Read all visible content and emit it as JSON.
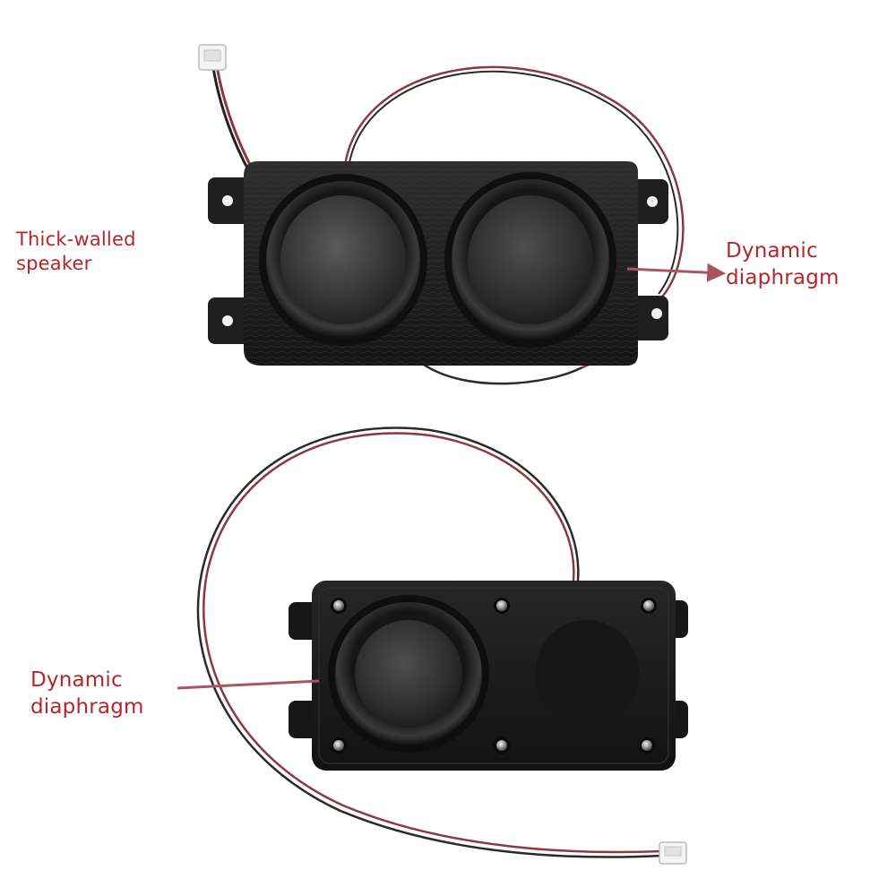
{
  "callouts": {
    "thick_walled": {
      "line1": "Thick-walled",
      "line2": "speaker"
    },
    "dynamic_top": {
      "line1": "Dynamic",
      "line2": "diaphragm"
    },
    "dynamic_bottom": {
      "line1": "Dynamic",
      "line2": "diaphragm"
    }
  },
  "colors": {
    "label": "#b3262c",
    "arrow": "#a8565d",
    "enclosure": "#1b1b1b",
    "wire_red": "#8c3a3f",
    "wire_black": "#222222"
  }
}
